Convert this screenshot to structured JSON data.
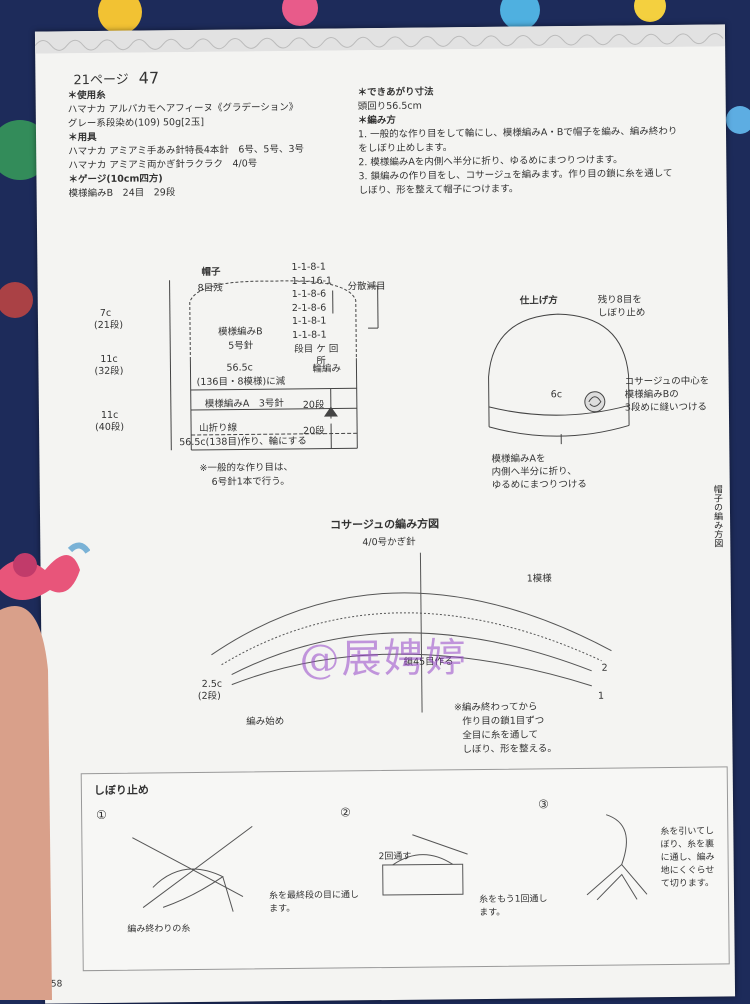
{
  "page": {
    "ref_label": "21ページ",
    "ref_number": "47",
    "page_number": "58",
    "side_tab": "帽子の編み方図"
  },
  "materials": {
    "yarn_header": "＊使用糸",
    "yarn_line1": "ハマナカ アルパカモヘアフィーヌ《グラデーション》",
    "yarn_line2": "グレー系段染め(109) 50g[2玉]",
    "tools_header": "＊用具",
    "tools_line1": "ハマナカ アミアミ手あみ針特長4本針　6号、5号、3号",
    "tools_line2": "ハマナカ アミアミ両かぎ針ラクラク　4/0号",
    "gauge_header": "＊ゲージ(10cm四方)",
    "gauge_line1": "模様編みB　24目　29段"
  },
  "finish": {
    "size_header": "＊できあがり寸法",
    "size_line1": "頭回り56.5cm",
    "method_header": "＊編み方",
    "step1": "1. 一般的な作り目をして輪にし、模様編みA・Bで帽子を編み、編み終わりをしぼり止めします。",
    "step2": "2. 模様編みAを内側へ半分に折り、ゆるめにまつりつけます。",
    "step3": "3. 鎖編みの作り目をし、コサージュを編みます。作り目の鎖に糸を通してしぼり、形を整えて帽子につけます。"
  },
  "hat_diagram": {
    "title": "帽子",
    "top_stitches": "8目残",
    "decrease_rows": [
      "1-1-8-1",
      "1-1-16-1",
      "1-1-8-6",
      "2-1-8-6",
      "1-1-8-1",
      "1-1-8-1"
    ],
    "decrease_label": "分散減目",
    "decrease_legend": "段目 ケ 回",
    "decrease_legend2": "所",
    "crown_height": "7c",
    "crown_rows": "(21段)",
    "body_height": "11c",
    "body_rows": "(32段)",
    "brim_height": "11c",
    "brim_rows": "(40段)",
    "pattern_b": "模様編みB",
    "needle_b": "5号針",
    "width_mid": "56.5c",
    "width_mid_detail": "(136目・8模様)に減",
    "round_knit": "輪編み",
    "pattern_a": "模様編みA　3号針",
    "fold_line": "山折り線",
    "cast_on": "56.5c(138目)作り、輪にする",
    "rows_upper": "20段",
    "rows_lower": "20段",
    "note1": "※一般的な作り目は、",
    "note2": "6号針1本で行う。"
  },
  "finishing_diagram": {
    "title": "仕上げ方",
    "top_note1": "残り8目を",
    "top_note2": "しぼり止め",
    "corsage_size": "6c",
    "corsage_note1": "コサージュの中心を",
    "corsage_note2": "模様編みBの",
    "corsage_note3": "3段めに縫いつける",
    "brim_note1": "模様編みAを",
    "brim_note2": "内側へ半分に折り、",
    "brim_note3": "ゆるめにまつりつける"
  },
  "corsage_diagram": {
    "title": "コサージュの編み方図",
    "hook": "4/0号かぎ針",
    "repeat": "1模様",
    "chain": "鎖45目作る",
    "height": "2.5c",
    "height_rows": "(2段)",
    "start": "編み始め",
    "row1": "1",
    "row2": "2",
    "note1": "※編み終わってから",
    "note2": "作り目の鎖1目ずつ",
    "note3": "全目に糸を通して",
    "note4": "しぼり、形を整える。"
  },
  "gather_box": {
    "title": "しぼり止め",
    "step1_num": "①",
    "step1_label": "編み終わりの糸",
    "step1_caption": "糸を最終段の目に通します。",
    "step2_num": "②",
    "step2_label": "2回通す",
    "step2_caption": "糸をもう1回通します。",
    "step3_num": "③",
    "step3_caption": "糸を引いてしぼり、糸を裏に通し、編み地にくぐらせて切ります。"
  },
  "watermark": "@展娉婷",
  "colors": {
    "page": "#f4f4f2",
    "ink": "#333333",
    "watermark": "#9646c8",
    "background": "#1d2b5a"
  }
}
